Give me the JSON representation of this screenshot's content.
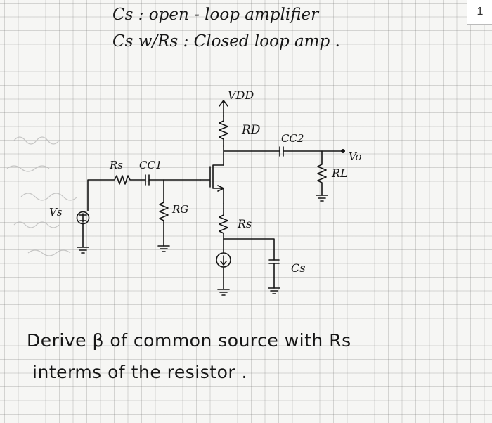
{
  "page_number": "1",
  "notes": {
    "line1": "Cs : open - loop amplifier",
    "line2": "Cs w/Rs : Closed loop amp ."
  },
  "circuit": {
    "vdd_label": "VDD",
    "rd_label": "RD",
    "cc2_label": "CC2",
    "vo_label": "Vo",
    "rl_label": "RL",
    "rs_in_label": "Rs",
    "cc1_label": "CC1",
    "vs_label": "Vs",
    "rg_label": "RG",
    "rs_label": "Rs",
    "cs_label": "Cs"
  },
  "question": {
    "line1": "Derive β of common source with Rs",
    "line2": "interms of the resistor ."
  }
}
